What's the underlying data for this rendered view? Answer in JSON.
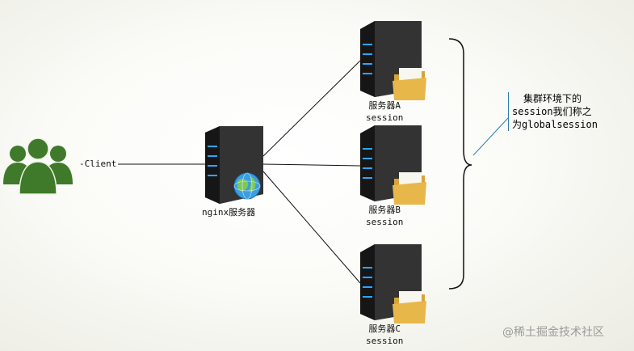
{
  "client": {
    "label": "Client"
  },
  "nginx": {
    "label": "nginx服务器"
  },
  "servers": [
    {
      "name": "服务器A",
      "sub": "session"
    },
    {
      "name": "服务器B",
      "sub": "session"
    },
    {
      "name": "服务器C",
      "sub": "session"
    }
  ],
  "note": {
    "lines": [
      "集群环境下的",
      "session我们称之",
      "为globalsession"
    ]
  },
  "watermark": "@稀土掘金技术社区",
  "colors": {
    "user_group": "#3f7a2a",
    "server_body": "#2a2a2a",
    "server_leds": "#2fa5ff",
    "folder": "#e8b74a",
    "globe": "#3a9ee0",
    "brace": "#111111",
    "note_line": "#2f7ea8"
  },
  "icons": {
    "client": "user-group-icon",
    "nginx": "server-with-globe-icon",
    "server": "server-with-folder-icon"
  }
}
